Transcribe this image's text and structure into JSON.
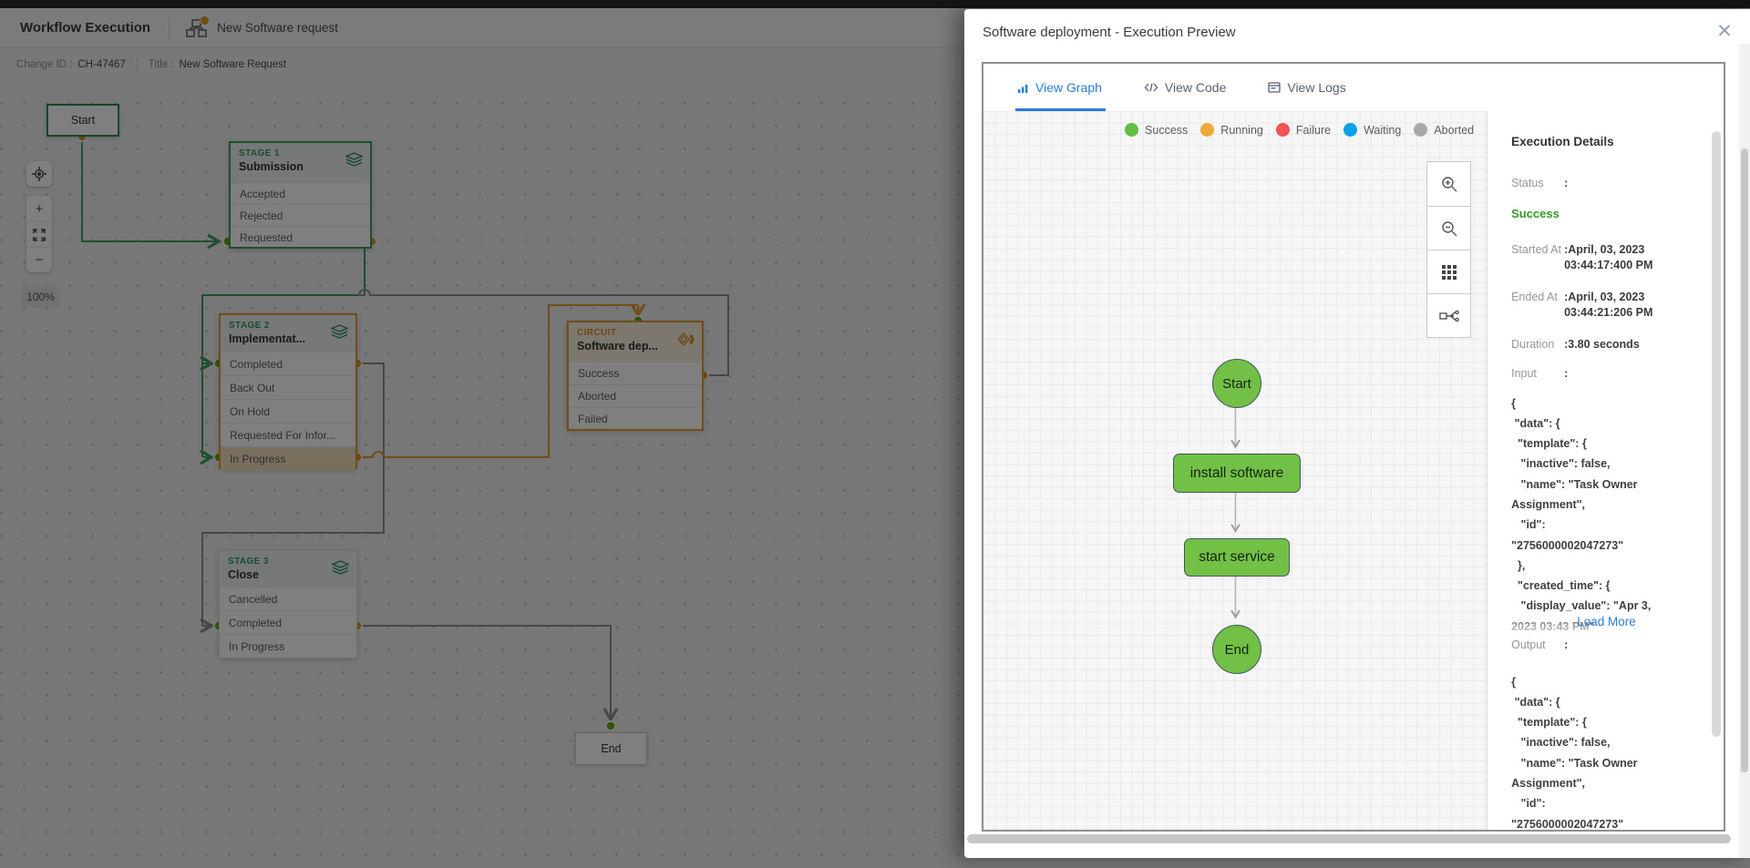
{
  "app": {
    "top_title": "Workflow Execution",
    "request_name": "New Software request",
    "change_id_label": "Change ID :",
    "change_id": "CH-47467",
    "title_label": "Title :",
    "title_value": "New Software Request",
    "zoom_level": "100%",
    "zoom_in_glyph": "+",
    "zoom_out_glyph": "−"
  },
  "canvas": {
    "start_label": "Start",
    "end_label": "End",
    "stages": [
      {
        "kind": "STAGE 1",
        "name": "Submission",
        "rows": [
          "Accepted",
          "Rejected",
          "Requested"
        ]
      },
      {
        "kind": "STAGE 2",
        "name": "Implementat...",
        "rows": [
          "Completed",
          "Back Out",
          "On Hold",
          "Requested For Infor...",
          "In Progress"
        ]
      },
      {
        "kind": "CIRCUIT",
        "name": "Software dep...",
        "rows": [
          "Success",
          "Aborted",
          "Failed"
        ]
      },
      {
        "kind": "STAGE 3",
        "name": "Close",
        "rows": [
          "Cancelled",
          "Completed",
          "In Progress"
        ]
      }
    ]
  },
  "modal": {
    "title": "Software deployment - Execution Preview",
    "close_glyph": "✕",
    "tabs": [
      {
        "label": "View Graph"
      },
      {
        "label": "View Code"
      },
      {
        "label": "View Logs"
      }
    ],
    "legend": [
      {
        "label": "Success",
        "color": "#62bd47"
      },
      {
        "label": "Running",
        "color": "#f2a93b"
      },
      {
        "label": "Failure",
        "color": "#f25353"
      },
      {
        "label": "Waiting",
        "color": "#09a2e6"
      },
      {
        "label": "Aborted",
        "color": "#a8a8a8"
      }
    ],
    "graph": {
      "nodes": [
        "Start",
        "install software",
        "start service",
        "End"
      ],
      "node_fill": "#72c045"
    },
    "details": {
      "heading": "Execution Details",
      "status_label": "Status",
      "status_colon": ":",
      "status_value": "Success",
      "started_label": "Started At",
      "started_value": ":April, 03, 2023\n03:44:17:400 PM",
      "ended_label": "Ended At",
      "ended_value": ":April, 03, 2023\n03:44:21:206 PM",
      "duration_label": "Duration",
      "duration_value": ":3.80 seconds",
      "input_label": "Input",
      "input_colon": ":",
      "input_json": "{\n \"data\": {\n  \"template\": {\n   \"inactive\": false,\n   \"name\": \"Task Owner\nAssignment\",\n   \"id\":\n\"2756000002047273\"\n  },\n  \"created_time\": {\n   \"display_value\": \"Apr 3,\n2023 03:43 PM\"",
      "load_more": "Load More",
      "output_label": "Output",
      "output_colon": ":",
      "output_json": "{\n \"data\": {\n  \"template\": {\n   \"inactive\": false,\n   \"name\": \"Task Owner\nAssignment\",\n   \"id\":\n\"2756000002047273\""
    },
    "colors": {
      "accent_blue": "#2a7cdb",
      "success_green": "#2f9e23",
      "connector_green": "#3f9e63",
      "connector_orange": "#e29a33"
    }
  }
}
